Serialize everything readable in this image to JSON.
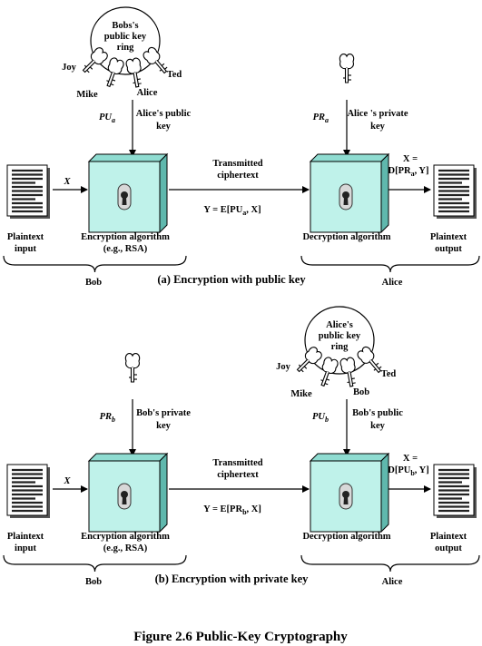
{
  "figure_caption": "Figure 2.6  Public-Key Cryptography",
  "panel_a": {
    "caption": "(a) Encryption with public key",
    "key_ring_label": [
      "Bobs's",
      "public key",
      "ring"
    ],
    "ring_names": [
      "Joy",
      "Mike",
      "Alice",
      "Ted"
    ],
    "enc_key_symbol": "PU",
    "enc_key_sub": "a",
    "enc_key_desc": [
      "Alice's public",
      "key"
    ],
    "dec_key_symbol": "PR",
    "dec_key_sub": "a",
    "dec_key_desc": [
      "Alice 's private",
      "key"
    ],
    "input_var": "X",
    "plaintext_input": [
      "Plaintext",
      "input"
    ],
    "enc_label": [
      "Encryption algorithm",
      "(e.g., RSA)"
    ],
    "transmitted": [
      "Transmitted",
      "ciphertext"
    ],
    "cipher_eq": "Y = E[PU",
    "cipher_eq_sub": "a",
    "cipher_eq_end": ", X]",
    "dec_label": "Decryption algorithm",
    "output_eq_top": "X =",
    "output_eq": "D[PR",
    "output_eq_sub": "a",
    "output_eq_end": ", Y]",
    "plaintext_output": [
      "Plaintext",
      "output"
    ],
    "left_party": "Bob",
    "right_party": "Alice"
  },
  "panel_b": {
    "caption": "(b) Encryption with private key",
    "key_ring_label": [
      "Alice's",
      "public key",
      "ring"
    ],
    "ring_names": [
      "Joy",
      "Mike",
      "Bob",
      "Ted"
    ],
    "enc_key_symbol": "PR",
    "enc_key_sub": "b",
    "enc_key_desc": [
      "Bob's private",
      "key"
    ],
    "dec_key_symbol": "PU",
    "dec_key_sub": "b",
    "dec_key_desc": [
      "Bob's public",
      "key"
    ],
    "input_var": "X",
    "plaintext_input": [
      "Plaintext",
      "input"
    ],
    "enc_label": [
      "Encryption algorithm",
      "(e.g., RSA)"
    ],
    "transmitted": [
      "Transmitted",
      "ciphertext"
    ],
    "cipher_eq": "Y = E[PR",
    "cipher_eq_sub": "b",
    "cipher_eq_end": ", X]",
    "dec_label": "Decryption algorithm",
    "output_eq_top": "X =",
    "output_eq": "D[PU",
    "output_eq_sub": "b",
    "output_eq_end": ", Y]",
    "plaintext_output": [
      "Plaintext",
      "output"
    ],
    "left_party": "Bob",
    "right_party": "Alice"
  },
  "colors": {
    "box_face": "#bff2ea",
    "box_side": "#5fb8ad",
    "box_top": "#8fdcd1"
  }
}
